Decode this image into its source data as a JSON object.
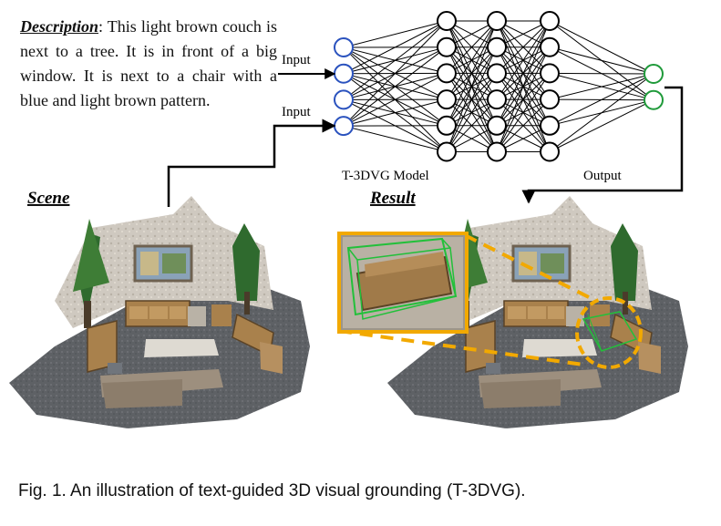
{
  "description": {
    "lead": "Description",
    "text": ": This light brown couch is next to a tree. It is in front of a big window. It is next to a chair with a blue and light brown pattern."
  },
  "labels": {
    "input_top": "Input",
    "input_bottom": "Input",
    "model": "T-3DVG Model",
    "output": "Output",
    "scene": "Scene",
    "result": "Result"
  },
  "caption": "Fig. 1. An illustration of text-guided 3D visual grounding (T-3DVG).",
  "network": {
    "layers": [
      4,
      6,
      6,
      6,
      2
    ],
    "layer_colors": [
      "#2a52be",
      "#000000",
      "#000000",
      "#000000",
      "#1f9a3a"
    ]
  },
  "colors": {
    "highlight": "#f2a900",
    "box": "#22c03a",
    "input_node": "#2a52be",
    "output_node": "#1f9a3a"
  }
}
